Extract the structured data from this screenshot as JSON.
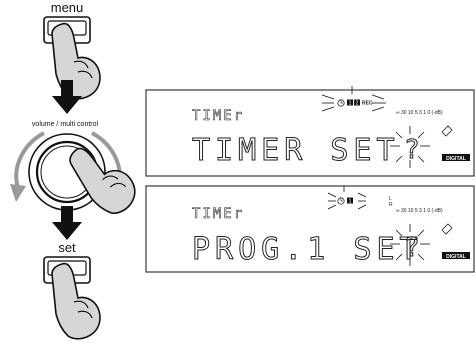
{
  "steps": {
    "menu_label": "menu",
    "control_label": "volume / multi control",
    "set_label": "set"
  },
  "display1": {
    "small_text": "TIMEr",
    "large_text": "TIMER SET",
    "indicator_rec": "REC",
    "indicator_digits": [
      "1",
      "2"
    ],
    "level_scale": "∞ 30 10  5  3  1  0 (-dB)",
    "badge": "DIGITAL",
    "blinking_char": "?"
  },
  "display2": {
    "small_text": "TIMEr",
    "large_text": "PROG.1 SET",
    "indicator_digits": [
      "1"
    ],
    "channel_labels": [
      "L",
      "R"
    ],
    "level_scale": "∞ 30 10  5  3  1  0 (-dB)",
    "badge": "DIGITAL",
    "blinking_char": "?"
  },
  "icons": [
    "hand-pointer-icon",
    "down-arrow-icon",
    "rotate-arrow-icon",
    "clock-icon"
  ]
}
